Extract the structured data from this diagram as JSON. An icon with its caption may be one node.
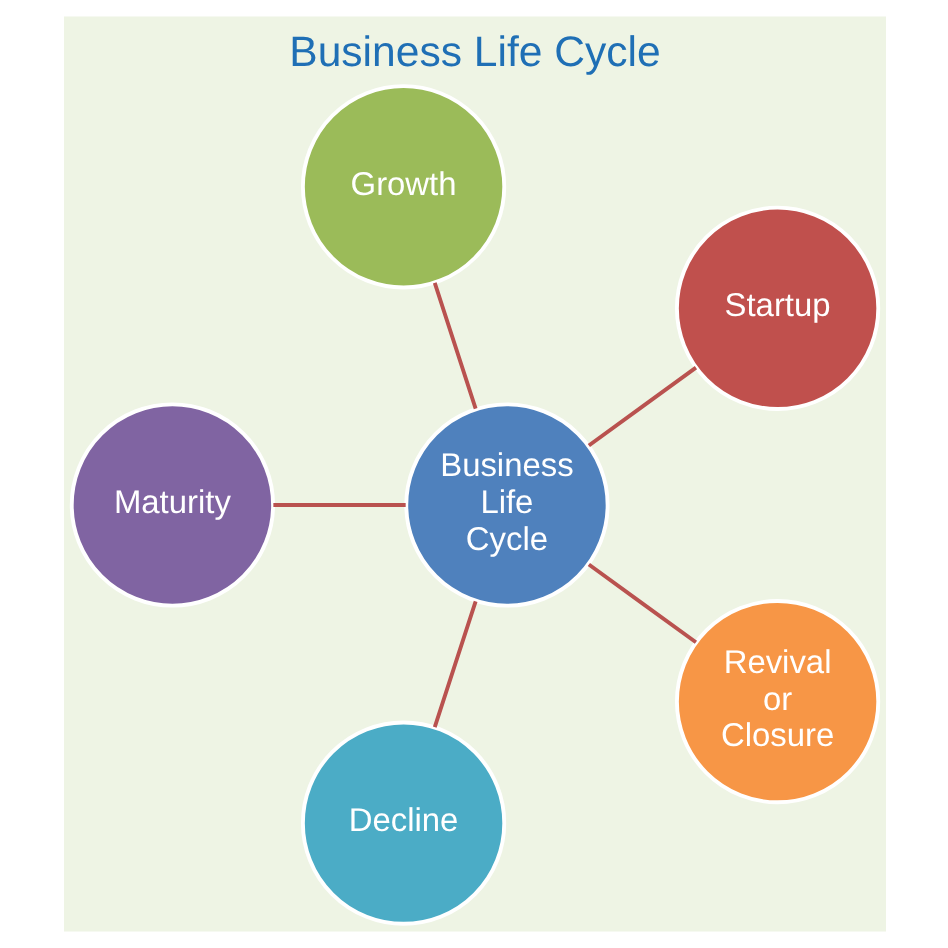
{
  "diagram": {
    "title": "Business Life Cycle",
    "nodes": [
      {
        "text": [
          "Business Life Cycle"
        ]
      },
      {
        "text": [
          "Startup"
        ]
      },
      {
        "text": [
          "Growth"
        ]
      },
      {
        "text": [
          "Maturity"
        ]
      },
      {
        "text": [
          "Decline"
        ]
      },
      {
        "text": [
          "Revival or Closure"
        ]
      }
    ],
    "edges": [
      {
        "from": 0,
        "to": 1,
        "arrow": "none"
      },
      {
        "from": 0,
        "to": 2,
        "arrow": "none"
      },
      {
        "from": 0,
        "to": 3,
        "arrow": "none"
      },
      {
        "from": 0,
        "to": 4,
        "arrow": "none"
      },
      {
        "from": 0,
        "to": 5,
        "arrow": "none"
      }
    ]
  }
}
